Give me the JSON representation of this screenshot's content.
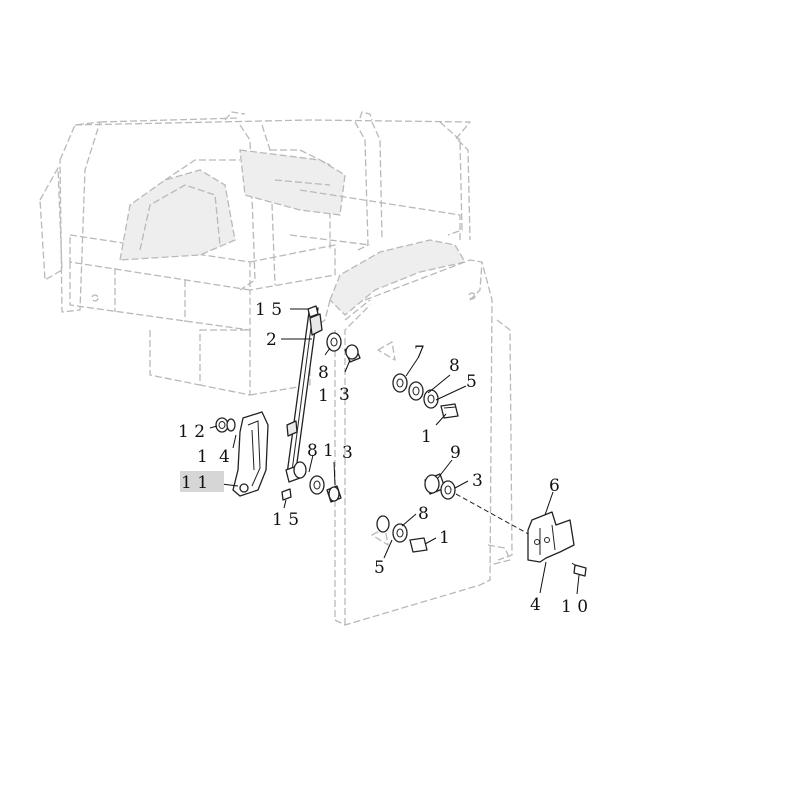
{
  "callouts": {
    "c15_top": "1 5",
    "c2": "2",
    "c8_a": "8",
    "c1_a": "1",
    "c3_a": "3",
    "c7": "7",
    "c8_b": "8",
    "c5_a": "5",
    "c1_b": "1",
    "c12": "1 2",
    "c14_a": "1",
    "c14_b": "4",
    "c11": "1 1",
    "c8_c": "8",
    "c1_c": "1",
    "c3_b": "3",
    "c9": "9",
    "c3_c": "3",
    "c15_bot": "1 5",
    "c6": "6",
    "c8_d": "8",
    "c1_d": "1",
    "c5_b": "5",
    "c4": "4",
    "c10": "1 0"
  },
  "highlighted_callout": "1 1"
}
